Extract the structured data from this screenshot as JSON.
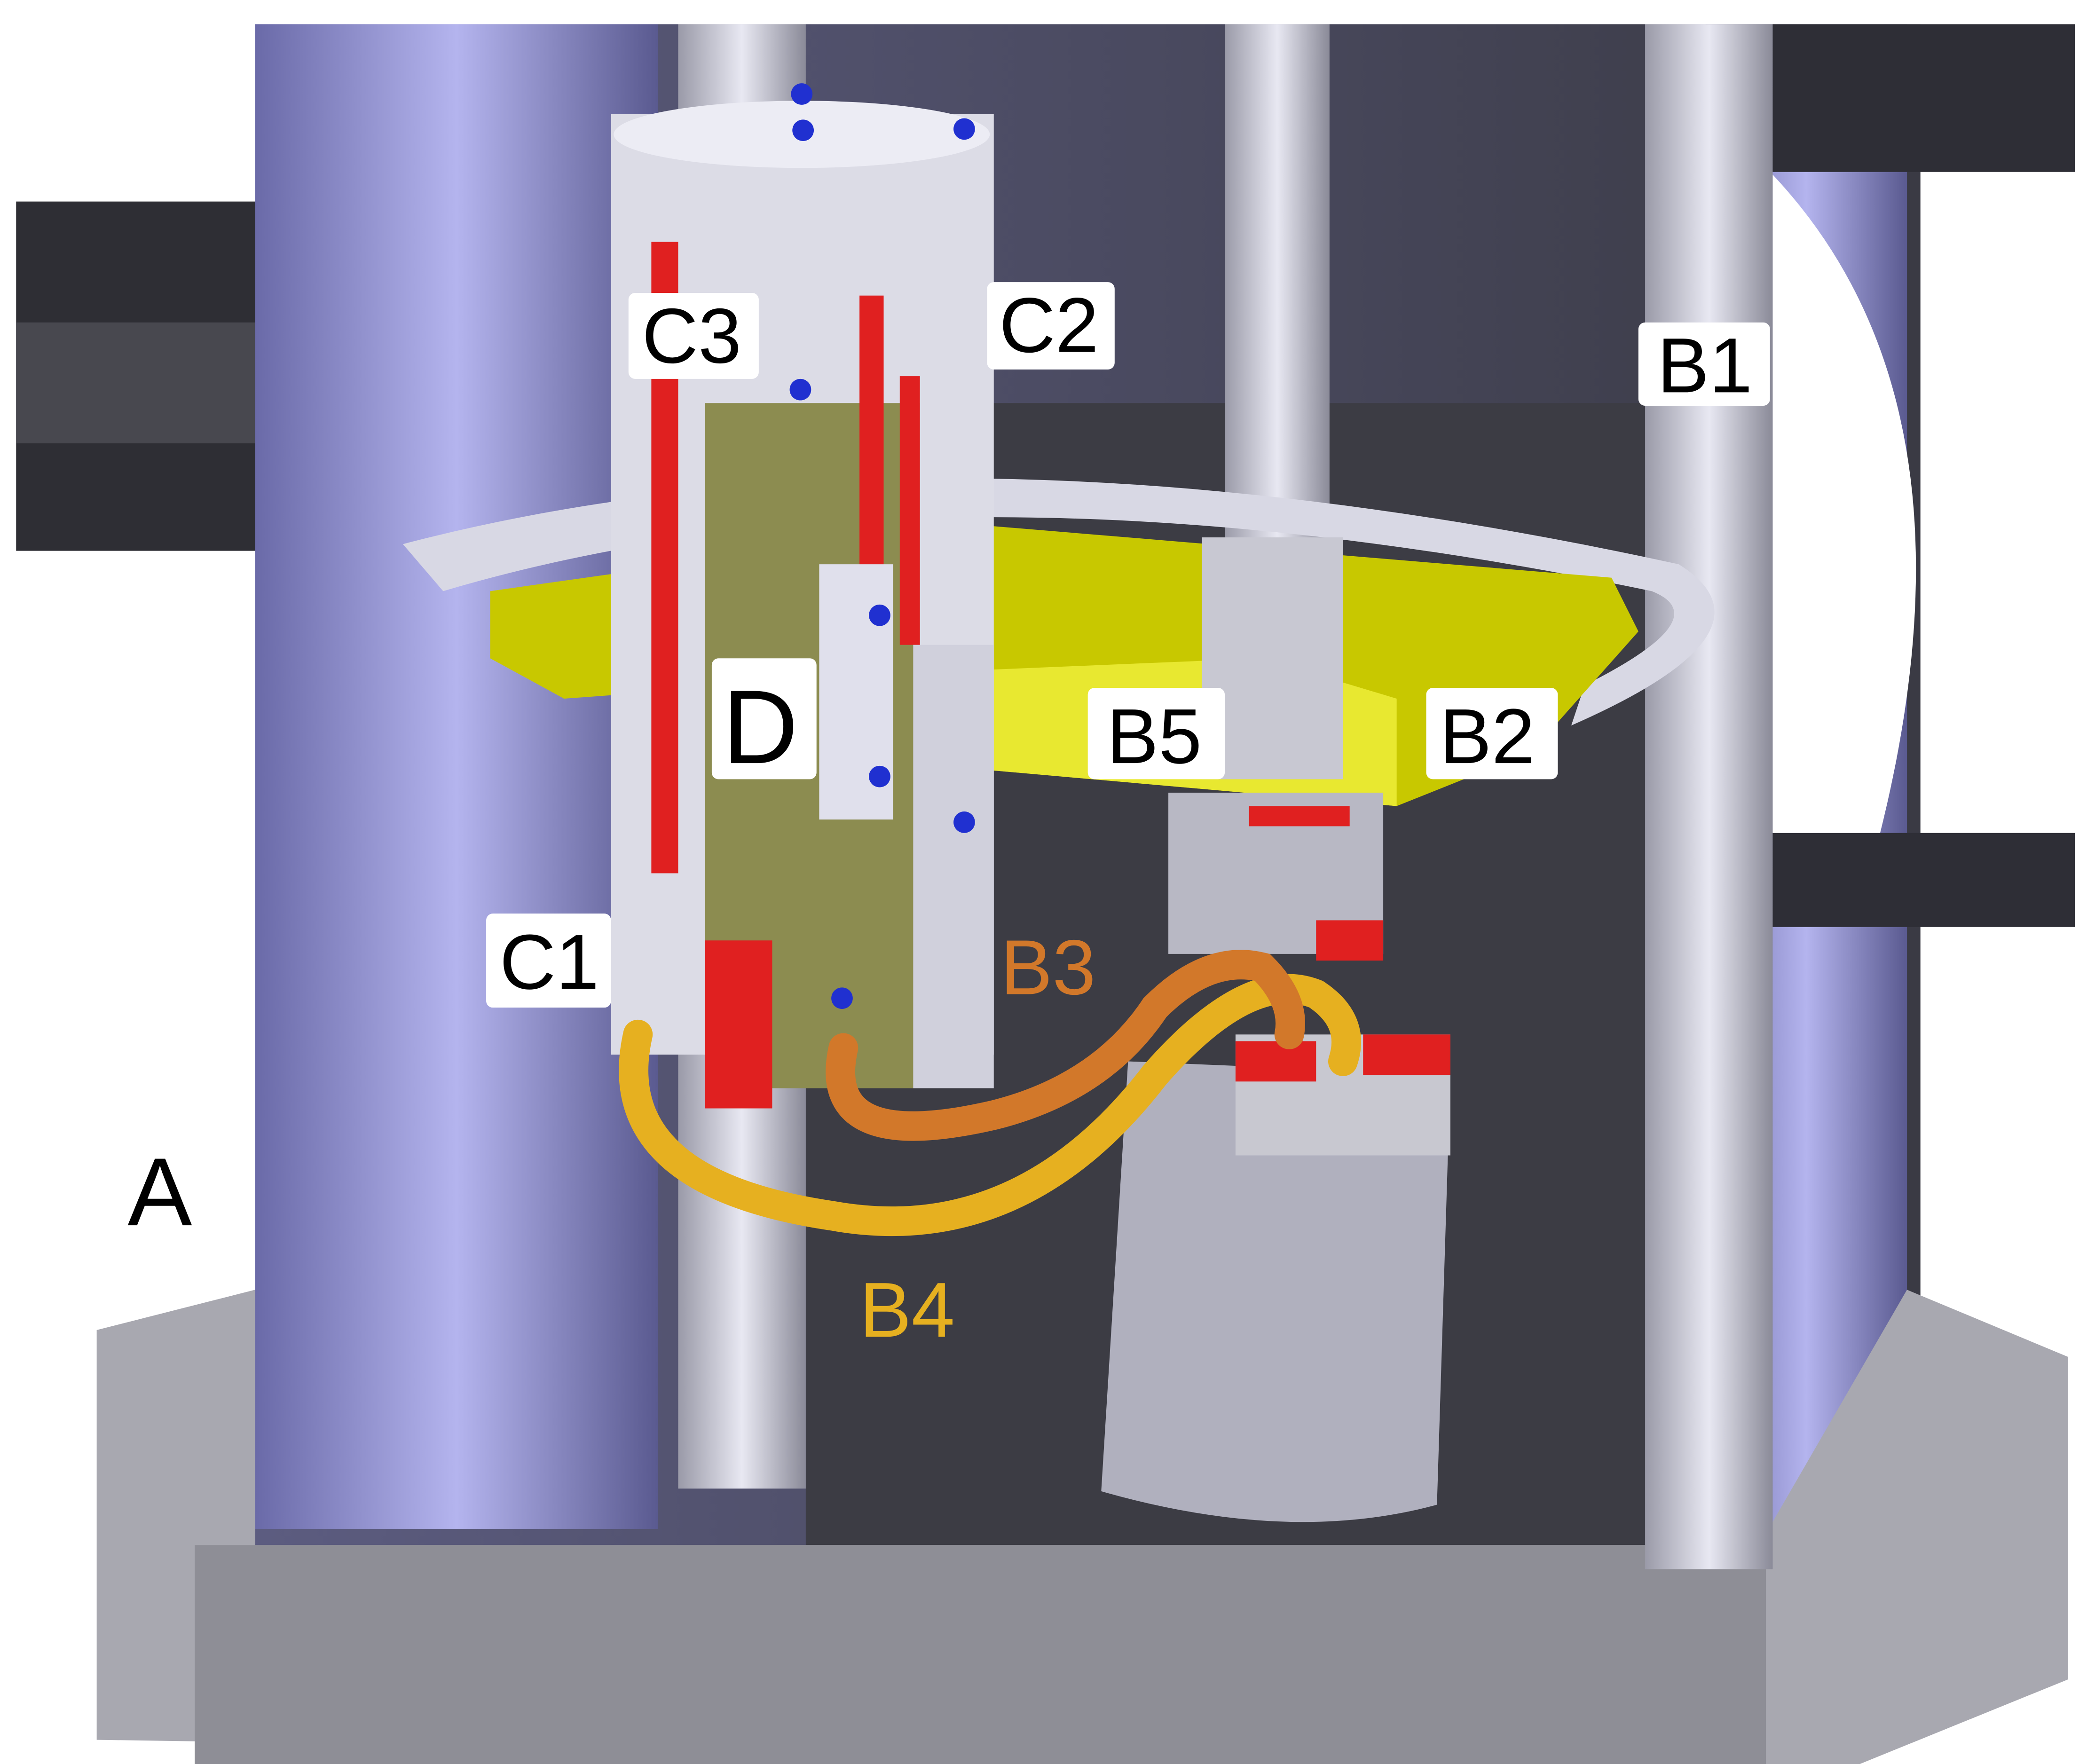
{
  "labels": {
    "A": "A",
    "B1": "B1",
    "B2": "B2",
    "B3": "B3",
    "B4": "B4",
    "B5": "B5",
    "C1": "C1",
    "C2": "C2",
    "C3": "C3",
    "D": "D"
  },
  "colors": {
    "background": "#3c3c48",
    "chamber": "#9a9ad8",
    "platform": "#c8c800",
    "cable_b3": "#d2782a",
    "cable_b4": "#e6b020",
    "red_parts": "#e02020"
  }
}
